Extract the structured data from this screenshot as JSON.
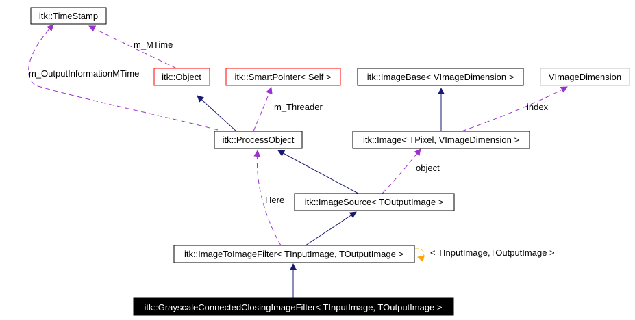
{
  "diagram": {
    "nodes": {
      "timestamp": "itk::TimeStamp",
      "object": "itk::Object",
      "smartpointer": "itk::SmartPointer< Self >",
      "imagebase": "itk::ImageBase< VImageDimension >",
      "vimagedim": "VImageDimension",
      "processobject": "itk::ProcessObject",
      "image": "itk::Image< TPixel, VImageDimension >",
      "imagesource": "itk::ImageSource< TOutputImage >",
      "imagetoimage": "itk::ImageToImageFilter< TInputImage, TOutputImage >",
      "grayscale": "itk::GrayscaleConnectedClosingImageFilter< TInputImage, TOutputImage >"
    },
    "labels": {
      "m_mtime": "m_MTime",
      "m_outputinfo": "m_OutputInformationMTime",
      "m_threader": "m_Threader",
      "index": "index",
      "object": "object",
      "here": "Here",
      "template": "< TInputImage,TOutputImage >"
    },
    "colors": {
      "inheritance": "#191970",
      "usage": "#9a32cd",
      "template": "#ffa500",
      "node_border": "#000000",
      "undocumented_border": "#ff0000",
      "external_border": "#bfbfbf",
      "highlight_fill": "#000000"
    }
  }
}
